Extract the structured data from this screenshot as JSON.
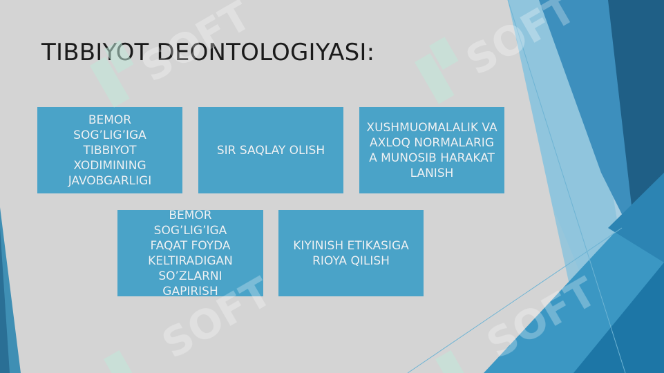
{
  "slide": {
    "title": "TIBBIYOT DEONTOLOGIYASI:"
  },
  "cards": [
    {
      "label": "BEMOR SOG’LIG’IGA TIBBIYOT XODIMINING JAVOBGARLIGI"
    },
    {
      "label": "SIR SAQLAY OLISH"
    },
    {
      "label": "XUSHMUOMALALIK VA AXLOQ NORMALARIGA MUNOSIB HARAKATLANISH"
    },
    {
      "label": "BEMOR SOG’LIG’IGA FAQAT FOYDA KELTIRADIGAN SO’ZLARNI GAPIRISH"
    },
    {
      "label": "KIYINISH ETIKASIGA RIOYA QILISH"
    }
  ],
  "watermark": {
    "text": "SOFT"
  },
  "colors": {
    "background": "#d4d4d4",
    "card": "#4aa3c8",
    "card_text": "#eef3f6",
    "accent_dark": "#1f5f86",
    "accent_light": "#5fb3d6"
  }
}
